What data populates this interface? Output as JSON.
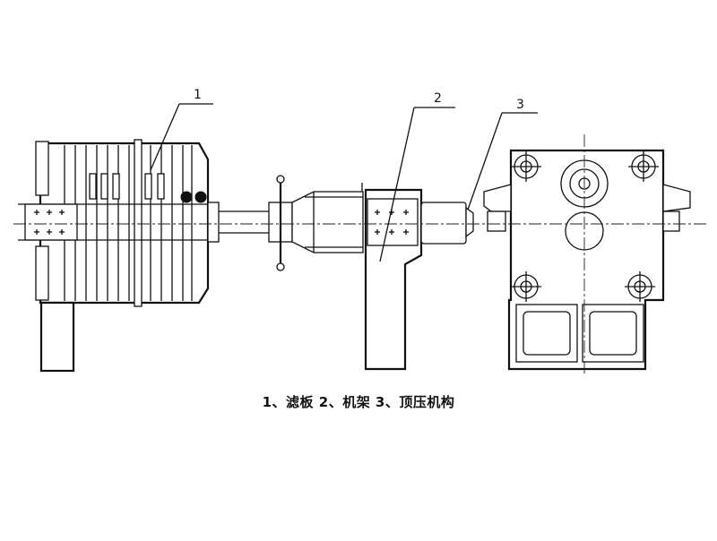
{
  "labels": {
    "part1": "1",
    "part2": "2",
    "part3": "3"
  },
  "caption": "1、滤板   2、机架   3、顶压机构",
  "colors": {
    "line": "#111111",
    "background": "#ffffff"
  }
}
